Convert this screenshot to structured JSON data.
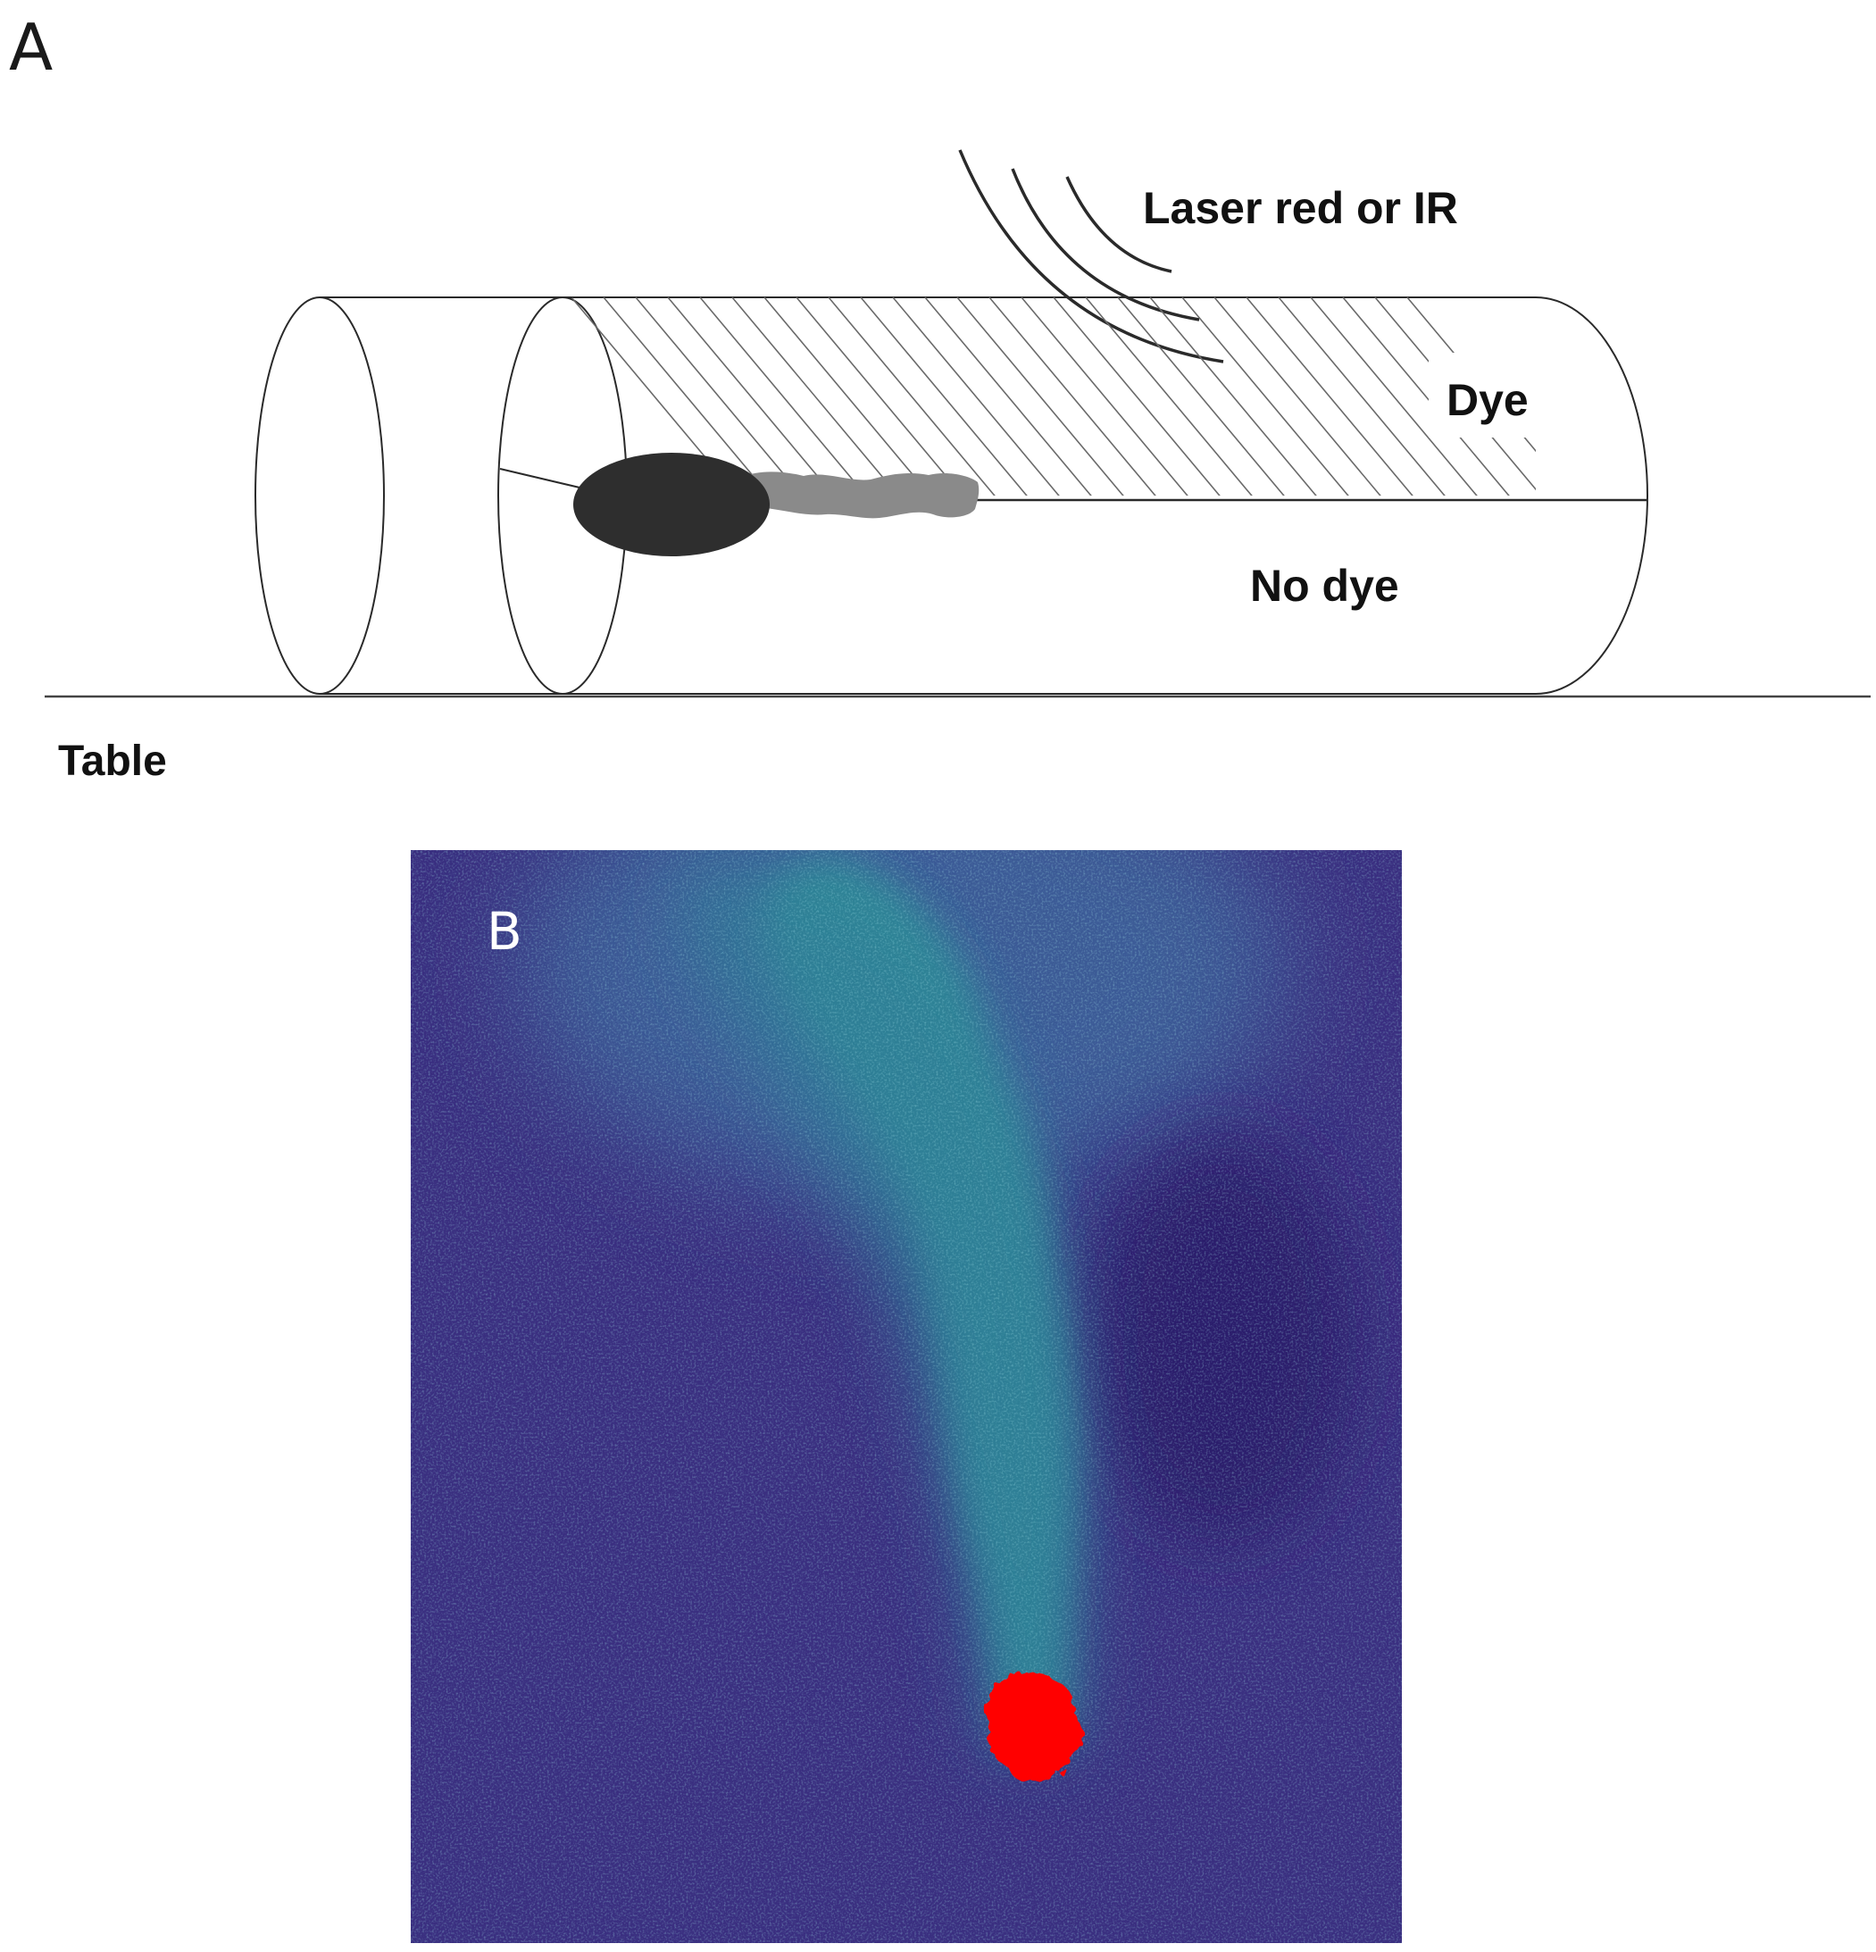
{
  "panel_a": {
    "letter": "A",
    "labels": {
      "laser": "Laser red or IR",
      "dye": "Dye",
      "no_dye": "No dye",
      "table": "Table"
    },
    "colors": {
      "larva_body": "#2e2e2e",
      "plume": "#8a8a8a",
      "outline": "#2a2a2a"
    }
  },
  "panel_b": {
    "letter": "B",
    "colors": {
      "background": "#3a2f80",
      "plume": "#2f8c97",
      "source_spot": "#ff0000",
      "letter": "#ffffff"
    }
  }
}
